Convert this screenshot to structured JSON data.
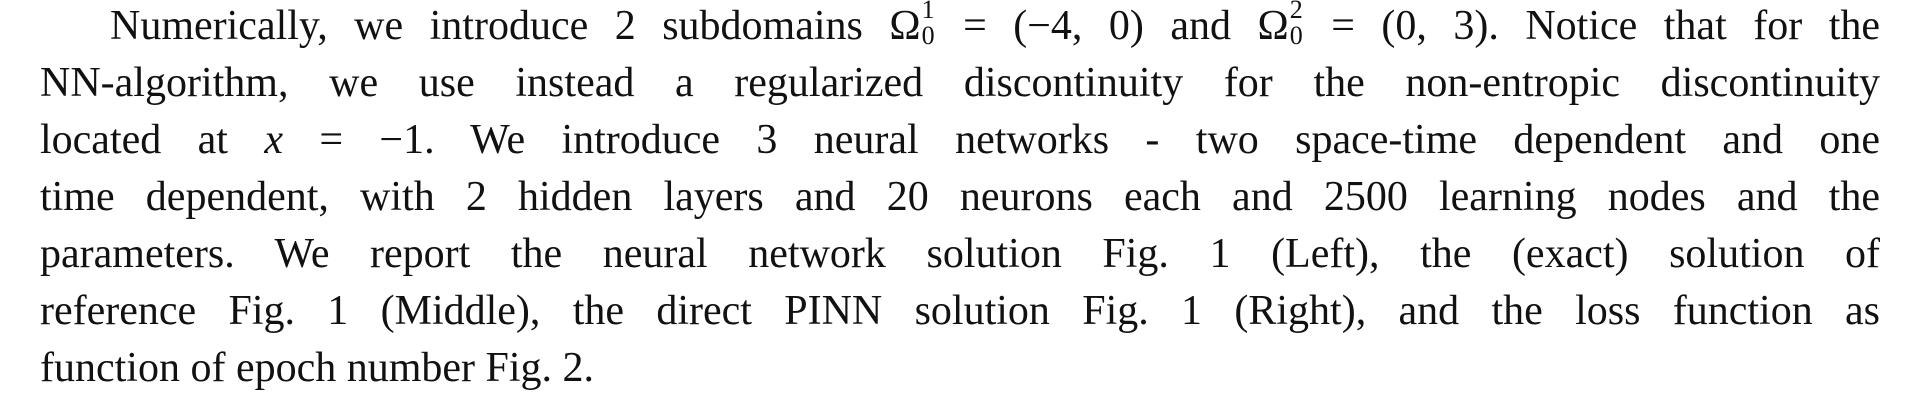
{
  "paragraph": {
    "line1": {
      "t1": "Numerically, we introduce 2 subdomains ",
      "omega": "Ω",
      "sup1": "1",
      "sub1": "0",
      "t2": " = (−4, 0) and ",
      "omega2": "Ω",
      "sup2": "2",
      "sub2": "0",
      "t3": " = (0, 3).  Notice that for the"
    },
    "line2": "NN-algorithm, we use instead a regularized discontinuity for the non-entropic discontinuity",
    "line3": {
      "t1": "located at ",
      "var": "x",
      "t2": " = −1.  We introduce 3 neural networks - two space-time dependent and one"
    },
    "line4": "time dependent, with 2 hidden layers and 20 neurons each and 2500 learning nodes and the",
    "line5": "parameters.  We report the neural network solution Fig.  1 (Left), the (exact) solution of",
    "line6": "reference Fig. 1 (Middle), the direct PINN solution Fig. 1 (Right), and the loss function as",
    "line7": "function of epoch number Fig. 2."
  }
}
